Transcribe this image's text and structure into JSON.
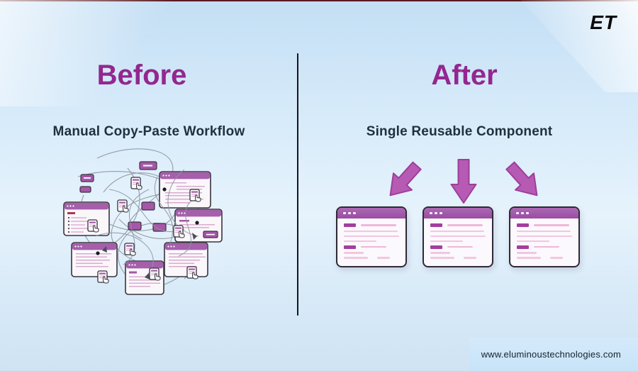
{
  "brand": {
    "logo_text": "ET"
  },
  "comparison": {
    "before": {
      "title": "Before",
      "subtitle": "Manual Copy-Paste Workflow"
    },
    "after": {
      "title": "After",
      "subtitle": "Single Reusable Component"
    }
  },
  "footer": {
    "website": "www.eluminoustechnologies.com"
  },
  "icons": {
    "window_controls": "three-dots",
    "cursor": "hand-cursor-icon",
    "document": "document-icon",
    "arrows": [
      "arrow-down-left-icon",
      "arrow-down-icon",
      "arrow-down-right-icon"
    ]
  },
  "colors": {
    "title_purple": "#93278f",
    "subtitle_dark": "#20303e",
    "arrow_purple": "#b65ab4",
    "window_titlebar_purple": "#a05aa8",
    "window_border_dark": "#2e2936",
    "content_line_pink": "#efb6d8",
    "divider_black": "#15151a",
    "background_blue": "#d8eaf8",
    "top_edge_maroon": "#5c1a20",
    "footer_band_blue": "#cde7fa"
  }
}
